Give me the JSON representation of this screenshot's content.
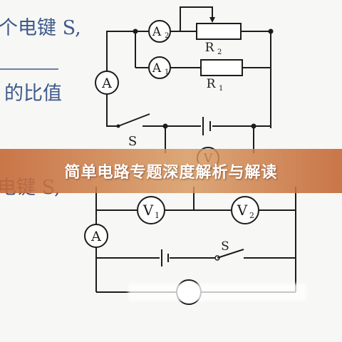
{
  "top_text": {
    "line1": "个电键 S,",
    "line3": "的比值"
  },
  "top_circuit": {
    "ammeter_main": "A",
    "ammeter_a2": "A",
    "ammeter_a2_sub": "2",
    "ammeter_a1": "A",
    "ammeter_a1_sub": "1",
    "resistor_r2": "R",
    "resistor_r2_sub": "2",
    "resistor_r1": "R",
    "resistor_r1_sub": "1",
    "switch_label": "S",
    "voltmeter_partial": "V"
  },
  "banner": {
    "title": "简单电路专题深度解析与解读"
  },
  "bottom_text": {
    "left_fragment": "电键 S,"
  },
  "bottom_circuit": {
    "voltmeter_v1": "V",
    "voltmeter_v1_sub": "1",
    "voltmeter_v2": "V",
    "voltmeter_v2_sub": "2",
    "ammeter": "A",
    "switch_label": "S"
  },
  "watermark": {
    "text": ""
  }
}
